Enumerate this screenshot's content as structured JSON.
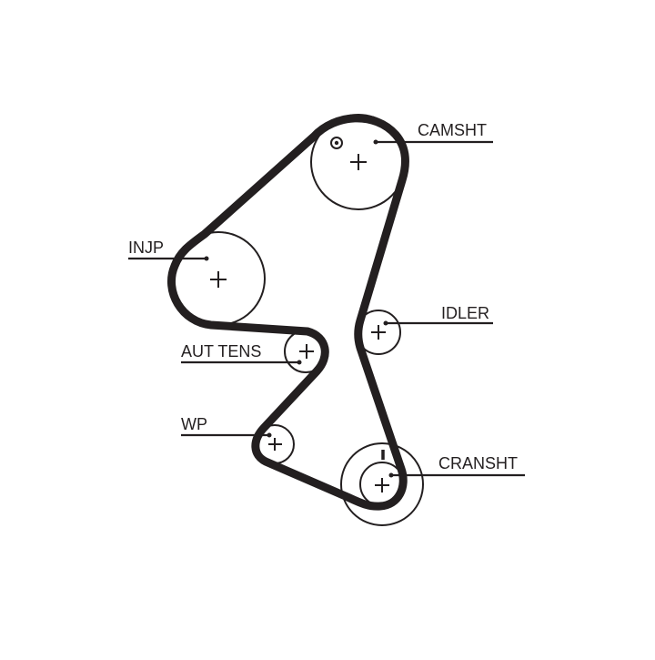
{
  "diagram": {
    "labels": {
      "camshaft": "CAMSHT",
      "injection_pump": "INJP",
      "idler": "IDLER",
      "auto_tensioner": "AUT TENS",
      "water_pump": "WP",
      "crankshaft": "CRANSHT"
    },
    "colors": {
      "line": "#231f20",
      "background": "#ffffff"
    }
  }
}
